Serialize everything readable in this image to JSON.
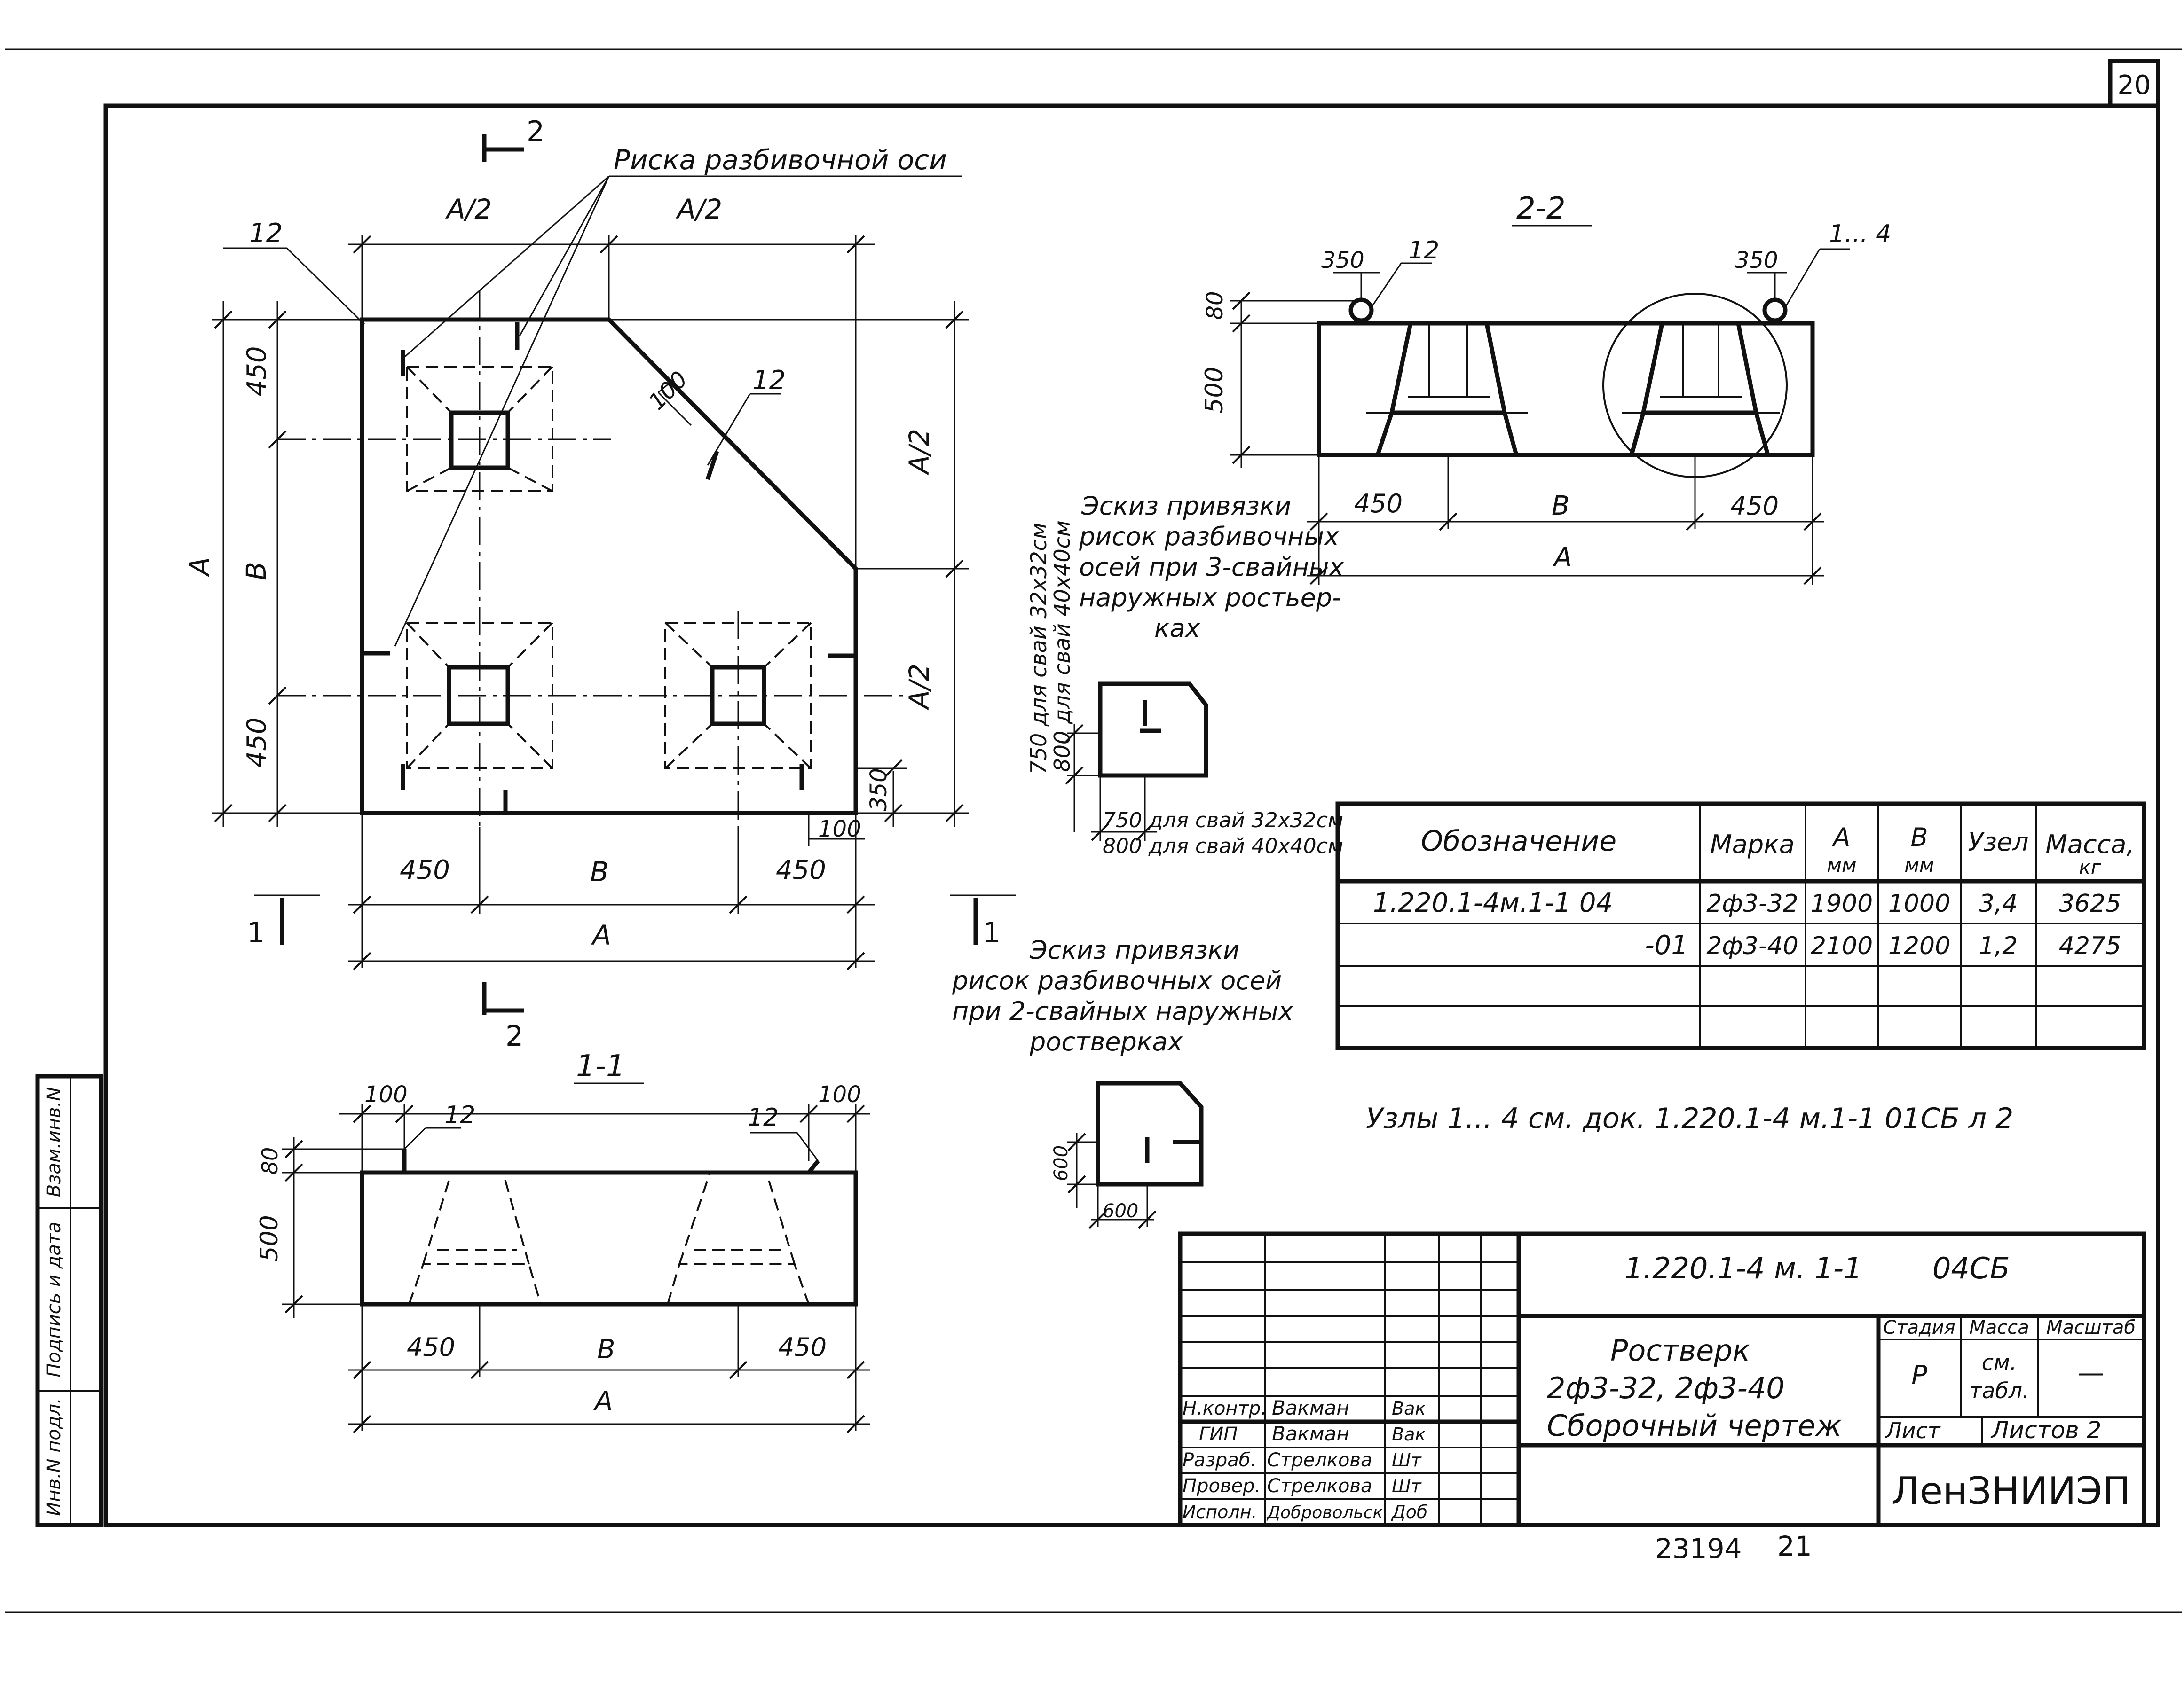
{
  "sheet": {
    "number": "20",
    "footer_left": "23194",
    "footer_right": "21"
  },
  "plan": {
    "axis_mark_note": "Риска разбивочной оси",
    "dim_a_half": "A/2",
    "dim_a": "A",
    "dim_b": "B",
    "dim_450": "450",
    "dim_350": "350",
    "dim_100": "100",
    "node_12": "12",
    "cut_1": "1",
    "cut_2": "2"
  },
  "section_2_2": {
    "title": "2-2",
    "dim_350": "350",
    "node_12": "12",
    "node_1_4": "1... 4",
    "dim_80": "80",
    "dim_500": "500",
    "dim_450": "450",
    "dim_b": "B",
    "dim_a": "A"
  },
  "section_1_1": {
    "title": "1-1",
    "dim_100": "100",
    "node_12": "12",
    "dim_80": "80",
    "dim_500": "500",
    "dim_450": "450",
    "dim_b": "B",
    "dim_a": "A"
  },
  "sketch_3pile": {
    "caption_lines": [
      "Эскиз привязки",
      "рисок разбивочных",
      "осей при 3-свайных",
      "наружных ростьер-",
      "ках"
    ],
    "vertical_dims": [
      "750 для свай 32x32см",
      "800 для свай 40x40см"
    ],
    "horizontal_dims": [
      "750 для свай 32x32см",
      "800 для свай 40x40см"
    ]
  },
  "sketch_2pile": {
    "caption_lines": [
      "Эскиз привязки",
      "рисок разбивочных осей",
      "при 2-свайных наружных",
      "ростверках"
    ],
    "dim_v": "600",
    "dim_h": "600"
  },
  "spec_table": {
    "headers": [
      {
        "l1": "Обозначение",
        "l2": ""
      },
      {
        "l1": "Марка",
        "l2": ""
      },
      {
        "l1": "A",
        "l2": "мм"
      },
      {
        "l1": "B",
        "l2": "мм"
      },
      {
        "l1": "Узел",
        "l2": ""
      },
      {
        "l1": "Масса,",
        "l2": "кг"
      }
    ],
    "rows": [
      [
        "1.220.1-4м.1-1 04",
        "2ф3-32",
        "1900",
        "1000",
        "3,4",
        "3625"
      ],
      [
        "-01",
        "2ф3-40",
        "2100",
        "1200",
        "1,2",
        "4275"
      ],
      [
        "",
        "",
        "",
        "",
        "",
        ""
      ],
      [
        "",
        "",
        "",
        "",
        "",
        ""
      ]
    ]
  },
  "note": "Узлы 1... 4 см. док. 1.220.1-4 м.1-1 01СБ л 2",
  "title_block": {
    "doc_code": "1.220.1-4 м. 1-1",
    "doc_suffix": "04СБ",
    "name_lines": [
      "Ростверк",
      "2ф3-32, 2ф3-40",
      "Сборочный чертеж"
    ],
    "stage_label": "Стадия",
    "mass_label": "Масса",
    "scale_label": "Масштаб",
    "stage_value": "Р",
    "mass_value_l1": "см.",
    "mass_value_l2": "табл.",
    "scale_value": "—",
    "sheet_label": "Лист",
    "sheets_label": "Листов 2",
    "org": "ЛенЗНИИЭП",
    "signatures": [
      {
        "role": "Н.контр.",
        "name": "Вакман",
        "sign": "Вак"
      },
      {
        "role": "ГИП",
        "name": "Вакман",
        "sign": "Вак"
      },
      {
        "role": "Разраб.",
        "name": "Стрелкова",
        "sign": "Шт"
      },
      {
        "role": "Провер.",
        "name": "Стрелкова",
        "sign": "Шт"
      },
      {
        "role": "Исполн.",
        "name": "Добровольск.",
        "sign": "Доб"
      }
    ]
  },
  "side_stamp": {
    "labels": [
      "Инв.N подл.",
      "Подпись и дата",
      "Взам.инв.N"
    ]
  }
}
